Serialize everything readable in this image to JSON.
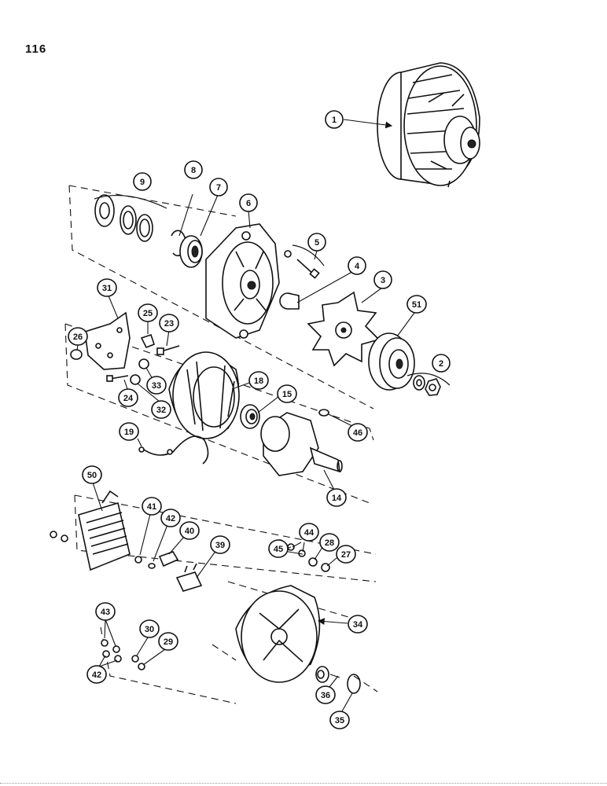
{
  "page": {
    "number": "116"
  },
  "callouts": [
    "1",
    "9",
    "8",
    "7",
    "6",
    "5",
    "4",
    "3",
    "51",
    "2",
    "31",
    "25",
    "23",
    "26",
    "33",
    "24",
    "32",
    "18",
    "15",
    "46",
    "19",
    "14",
    "50",
    "41",
    "42",
    "40",
    "39",
    "44",
    "45",
    "28",
    "27",
    "34",
    "43",
    "30",
    "29",
    "42",
    "36",
    "35"
  ]
}
